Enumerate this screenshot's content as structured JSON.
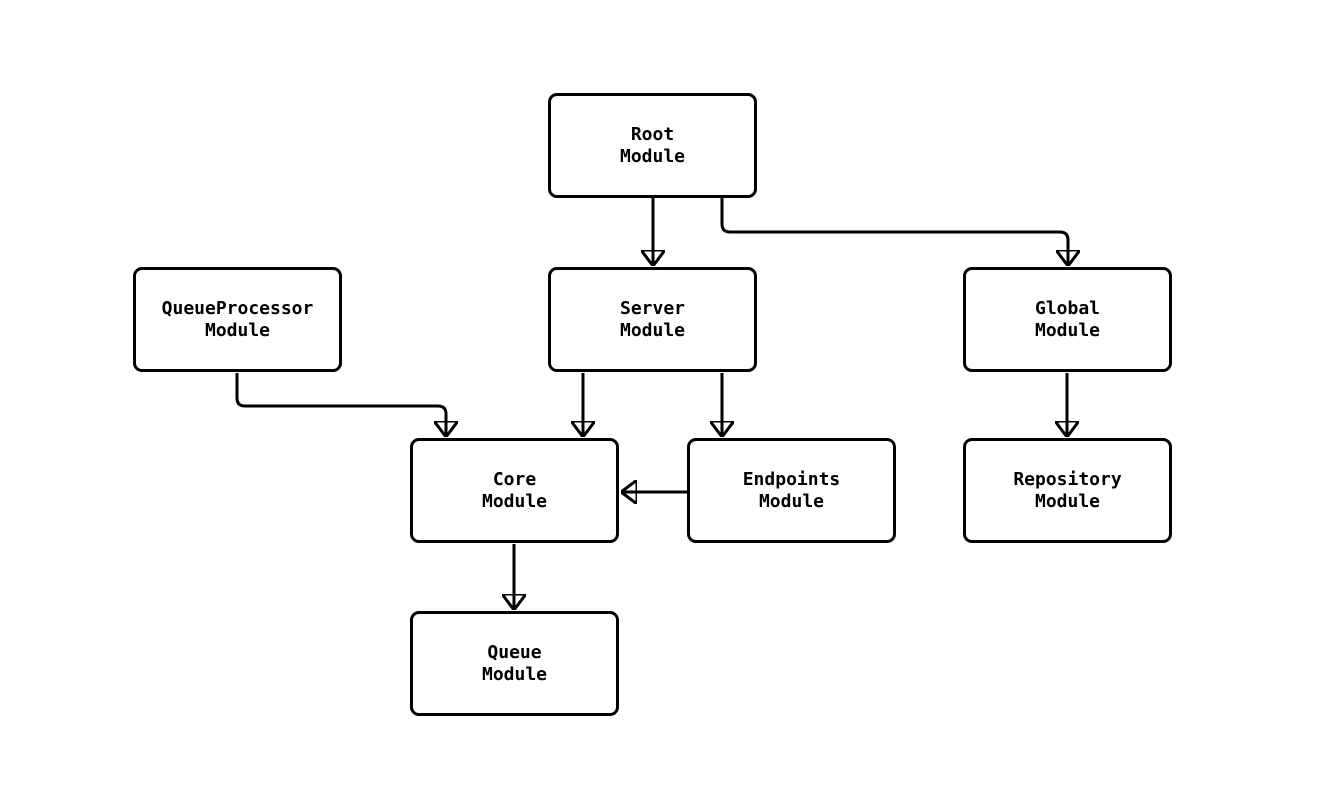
{
  "diagram": {
    "type": "module-dependency-flowchart",
    "background_color": "#ffffff",
    "line_color": "#000000",
    "node_fill_color": "#ffffff",
    "node_border_color": "#000000",
    "text_color": "#000000",
    "nodes": [
      {
        "id": "root",
        "label": "Root\nModule"
      },
      {
        "id": "queueprocessor",
        "label": "QueueProcessor\nModule"
      },
      {
        "id": "server",
        "label": "Server\nModule"
      },
      {
        "id": "global",
        "label": "Global\nModule"
      },
      {
        "id": "core",
        "label": "Core\nModule"
      },
      {
        "id": "endpoints",
        "label": "Endpoints\nModule"
      },
      {
        "id": "repository",
        "label": "Repository\nModule"
      },
      {
        "id": "queue",
        "label": "Queue\nModule"
      }
    ],
    "edges": [
      {
        "from": "root",
        "to": "server"
      },
      {
        "from": "root",
        "to": "global"
      },
      {
        "from": "queueprocessor",
        "to": "core"
      },
      {
        "from": "server",
        "to": "core"
      },
      {
        "from": "server",
        "to": "endpoints"
      },
      {
        "from": "endpoints",
        "to": "core"
      },
      {
        "from": "global",
        "to": "repository"
      },
      {
        "from": "core",
        "to": "queue"
      }
    ]
  }
}
